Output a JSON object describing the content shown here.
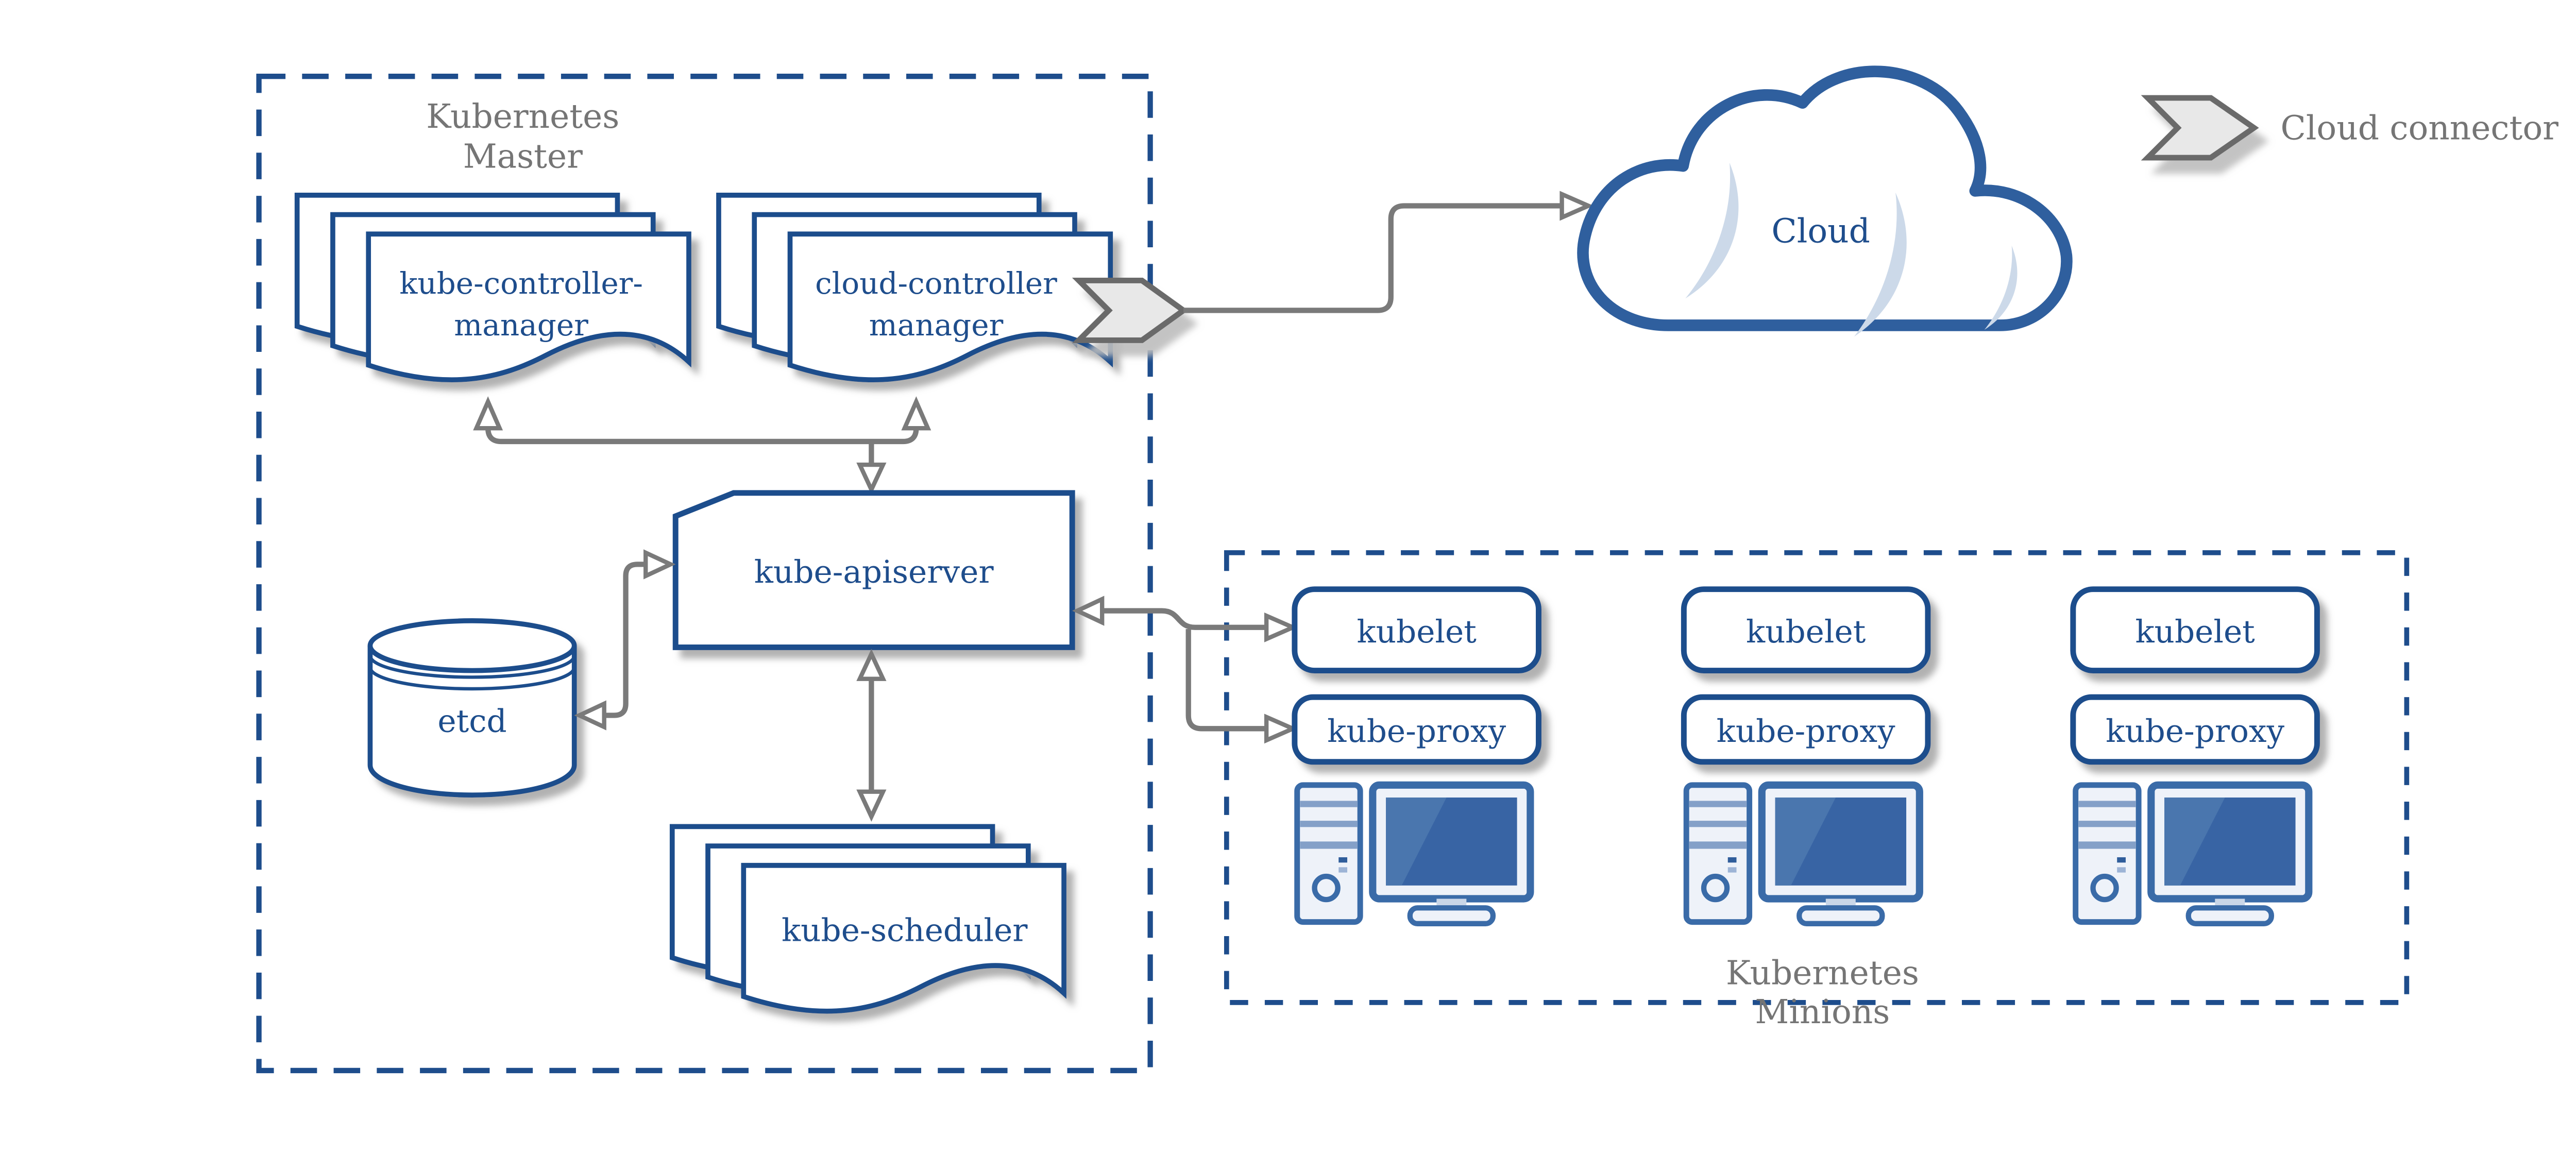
{
  "master": {
    "label1": "Kubernetes",
    "label2": "Master",
    "kcm": {
      "line1": "kube-controller-",
      "line2": "manager"
    },
    "ccm": {
      "line1": "cloud-controller",
      "line2": "manager"
    },
    "apiserver": {
      "label": "kube-apiserver"
    },
    "etcd": {
      "label": "etcd"
    },
    "scheduler": {
      "label": "kube-scheduler"
    }
  },
  "minions": {
    "label1": "Kubernetes",
    "label2": "Minions",
    "nodes": [
      {
        "kubelet": "kubelet",
        "proxy": "kube-proxy"
      },
      {
        "kubelet": "kubelet",
        "proxy": "kube-proxy"
      },
      {
        "kubelet": "kubelet",
        "proxy": "kube-proxy"
      }
    ]
  },
  "cloud": {
    "label": "Cloud"
  },
  "legend": {
    "label": "Cloud connector"
  },
  "colors": {
    "navy": "#1e4d8c",
    "steel_blue": "#3a6ba8",
    "screen_blue": "#3864a4",
    "screen_highlight": "#4a76ae",
    "icon_body_fill": "#eef2f9",
    "icon_stripe": "#84a0c8",
    "cloud_crescent": "#ccd9e9",
    "arrow_gray": "#7a7a7a",
    "label_gray": "#757575",
    "shadow_gray": "#a9a9a9",
    "connector_fill": "#e8e8e8",
    "connector_stroke": "#6b6b6b"
  }
}
